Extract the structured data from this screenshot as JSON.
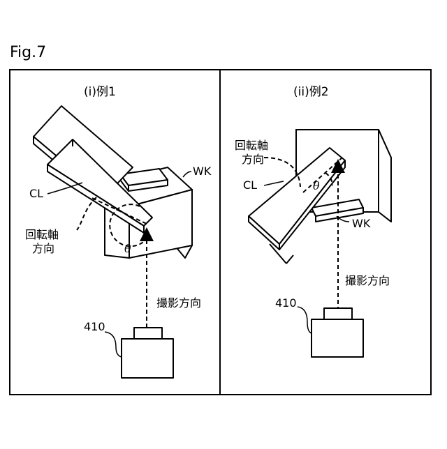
{
  "figure": {
    "title": "Fig.7"
  },
  "panels": [
    {
      "title": "(i)例1",
      "workpiece_label": "WK",
      "tool_label": "CL",
      "rotation_axis_label_line1": "回転軸",
      "rotation_axis_label_line2": "方向",
      "angle_symbol": "θ",
      "imaging_direction_label": "撮影方向",
      "camera_label": "410"
    },
    {
      "title": "(ii)例2",
      "workpiece_label": "WK",
      "tool_label": "CL",
      "rotation_axis_label_line1": "回転軸",
      "rotation_axis_label_line2": "方向",
      "angle_symbol": "θ",
      "imaging_direction_label": "撮影方向",
      "camera_label": "410"
    }
  ]
}
